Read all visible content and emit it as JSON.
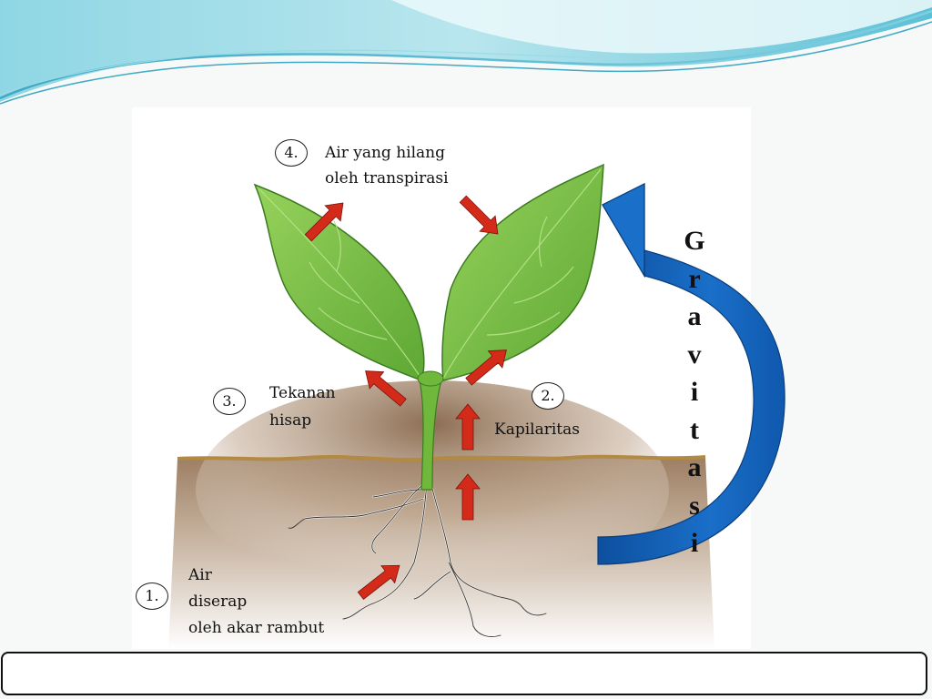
{
  "diagram": {
    "steps": [
      {
        "number": "1.",
        "lines": [
          "Air",
          "diserap",
          "oleh akar rambut"
        ]
      },
      {
        "number": "2.",
        "lines": [
          "Kapilaritas"
        ]
      },
      {
        "number": "3.",
        "lines": [
          "Tekanan",
          "hisap"
        ]
      },
      {
        "number": "4.",
        "lines": [
          "Air yang hilang",
          "oleh transpirasi"
        ]
      }
    ],
    "gravity_label_letters": [
      "G",
      "r",
      "a",
      "v",
      "i",
      "t",
      "a",
      "s",
      "i"
    ]
  },
  "notes_box": {
    "text": ""
  },
  "colors": {
    "leaf": "#7dc24a",
    "soil": "#a4876e",
    "arrow_red": "#d42a1a",
    "gravity_arrow": "#1560b8",
    "header_wave": "#49b6cf"
  }
}
